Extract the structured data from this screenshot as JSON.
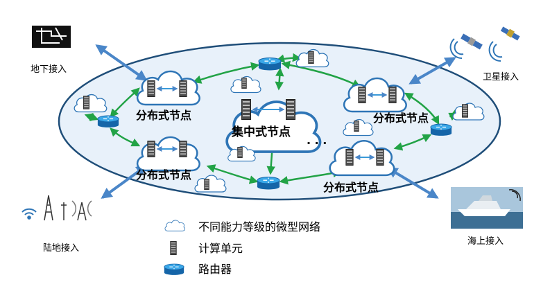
{
  "access": {
    "underground": "地下接入",
    "satellite": "卫星接入",
    "land": "陆地接入",
    "sea": "海上接入"
  },
  "nodes": {
    "distributed_top_left": "分布式节点",
    "distributed_bottom_left": "分布式节点",
    "distributed_top_right": "分布式节点",
    "distributed_bottom_right": "分布式节点",
    "centralized": "集中式节点",
    "ellipsis": "· · ·"
  },
  "legend": {
    "cloud": "不同能力等级的微型网络",
    "compute": "计算单元",
    "router": "路由器"
  },
  "colors": {
    "ellipse_fill": "#e8f1fa",
    "ellipse_stroke": "#1f4e79",
    "cloud_stroke": "#2e75b6",
    "arrow_green": "#22a346",
    "arrow_blue": "#4a86c8",
    "router": "#1f8fd6"
  }
}
